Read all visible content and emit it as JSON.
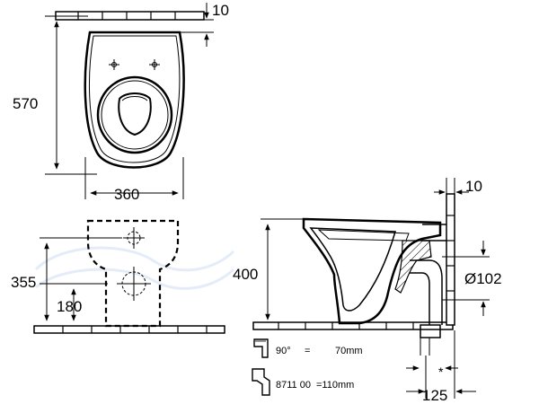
{
  "top_view": {
    "depth": "570",
    "width": "360",
    "seat_gap": "10"
  },
  "front_view": {
    "height_inlet": "355",
    "height_outlet": "180"
  },
  "side_view": {
    "height": "400",
    "wall_gap": "10",
    "pipe_diameter": "Ø102",
    "distance": "125",
    "note_marker": "*"
  },
  "fittings": [
    {
      "label": "90°",
      "equals": "=",
      "value": "70mm"
    },
    {
      "label": "8711 00",
      "value": "=110mm"
    }
  ]
}
